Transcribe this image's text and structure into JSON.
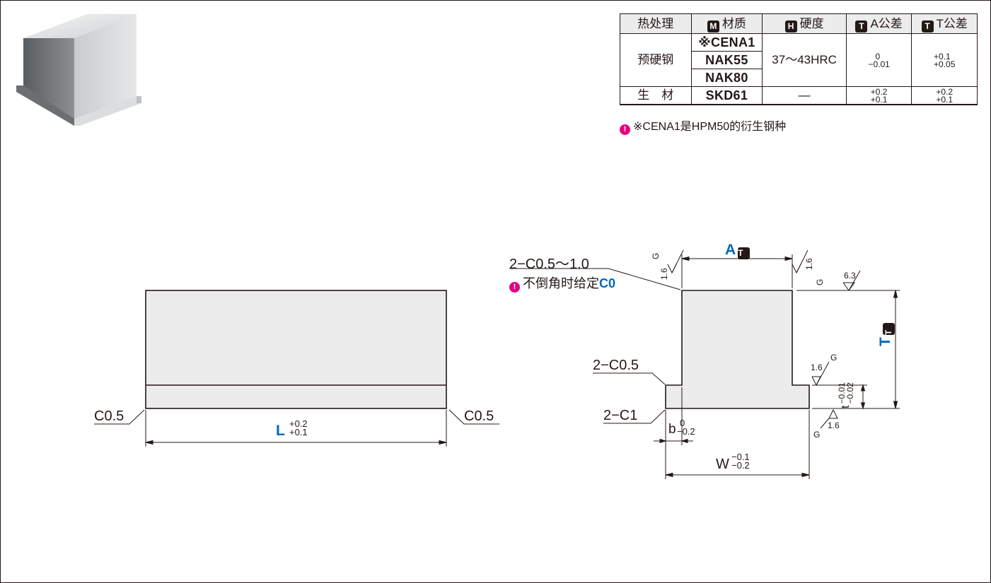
{
  "table": {
    "headers": {
      "heat": "热处理",
      "material_tag": "M",
      "material": "材质",
      "hardness_tag": "H",
      "hardness": "硬度",
      "a_tag": "T",
      "a_tol": "A公差",
      "t_tag": "T",
      "t_tol": "T公差"
    },
    "rows": {
      "prehardened": {
        "heat": "预硬钢",
        "materials": [
          "※CENA1",
          "NAK55",
          "NAK80"
        ],
        "hardness": "37～43HRC",
        "a_upper": "0",
        "a_lower": "−0.01",
        "t_upper": "+0.1",
        "t_lower": "+0.05"
      },
      "raw": {
        "heat": "生　材",
        "material": "SKD61",
        "hardness": "—",
        "a_upper": "+0.2",
        "a_lower": "+0.1",
        "t_upper": "+0.2",
        "t_lower": "+0.1"
      }
    }
  },
  "note": {
    "icon": "!",
    "text": "※CENA1是HPM50的衍生钢种"
  },
  "front_view": {
    "left_chamfer": "C0.5",
    "right_chamfer": "C0.5",
    "length_label": "L",
    "length_upper": "+0.2",
    "length_lower": "+0.1"
  },
  "side_view": {
    "top_chamfer": "2−C0.5～1.0",
    "top_note_icon": "!",
    "top_note": "不倒角时给定",
    "top_note_value": "C0",
    "step_chamfer": "2−C0.5",
    "bottom_chamfer": "2−C1",
    "a_label": "A",
    "a_tag": "T",
    "t_label": "T",
    "t_tag": "T",
    "b_label": "b",
    "b_upper": "0",
    "b_lower": "−0.2",
    "w_label": "W",
    "w_upper": "−0.1",
    "w_lower": "−0.2",
    "t_small_label": "t",
    "t_small_upper": "−0.01",
    "t_small_lower": "−0.02",
    "roughness_16": "1.6",
    "roughness_63": "6.3",
    "grind": "G"
  },
  "colors": {
    "accent_blue": "#0068b7",
    "note_magenta": "#e4007f",
    "part_fill": "#ececec",
    "line": "#231815"
  }
}
